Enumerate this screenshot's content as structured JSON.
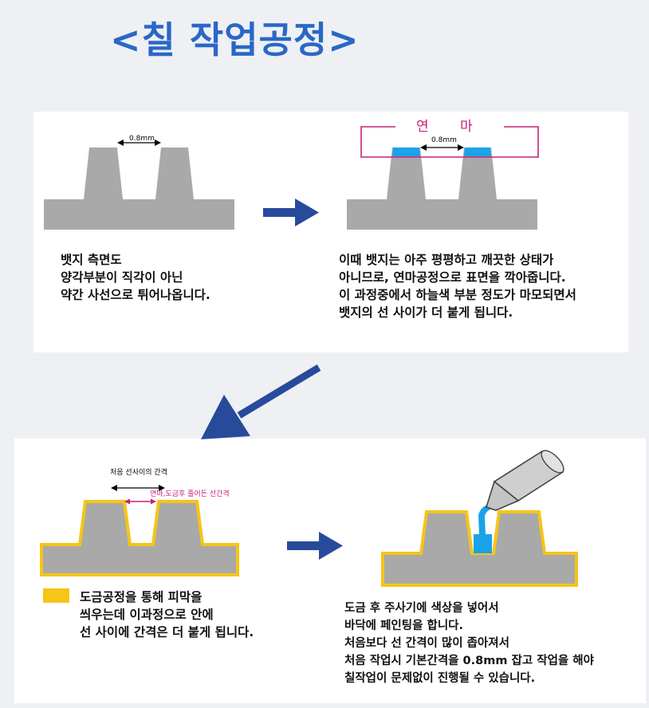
{
  "title": "<칠 작업공정>",
  "step1": {
    "dim_label": "0.8mm",
    "caption": [
      "뱃지 측면도",
      "양각부분이 직각이 아닌",
      "약간 사선으로 튀어나옵니다."
    ]
  },
  "step2": {
    "label_yeon": "연",
    "label_ma": "마",
    "dim_label": "0.8mm",
    "caption": [
      "이때 뱃지는 아주 평평하고 깨끗한 상태가",
      "아니므로, 연마공정으로 표면을 깍아줍니다.",
      "이 과정중에서 하늘색 부분 정도가 마모되면서",
      "뱃지의 선 사이가 더 붙게 됩니다."
    ]
  },
  "step3": {
    "label_initial": "처음 선사이의 간격",
    "label_after": "연마,도금후 줄어든 선간격",
    "caption": [
      "도금공정을 통해 피막을",
      "씌우는데 이과정으로 안에",
      "선 사이에 간격은 더 붙게 됩니다."
    ]
  },
  "step4": {
    "caption": [
      "도금 후 주사기에 색상을 넣어서",
      "바닥에 페인팅을 합니다.",
      "처음보다 선 간격이 많이 좁아져서",
      "처음 작업시 기본간격을 0.8mm 잡고 작업을 해야",
      "칠작업이 문제없이 진행될 수 있습니다."
    ]
  },
  "colors": {
    "title": "#2a67c6",
    "metal": "#a9a9a9",
    "polish_blue": "#1aa3e8",
    "gold_plating": "#f5c518",
    "arrow": "#284a9b",
    "magenta": "#c8207a"
  }
}
